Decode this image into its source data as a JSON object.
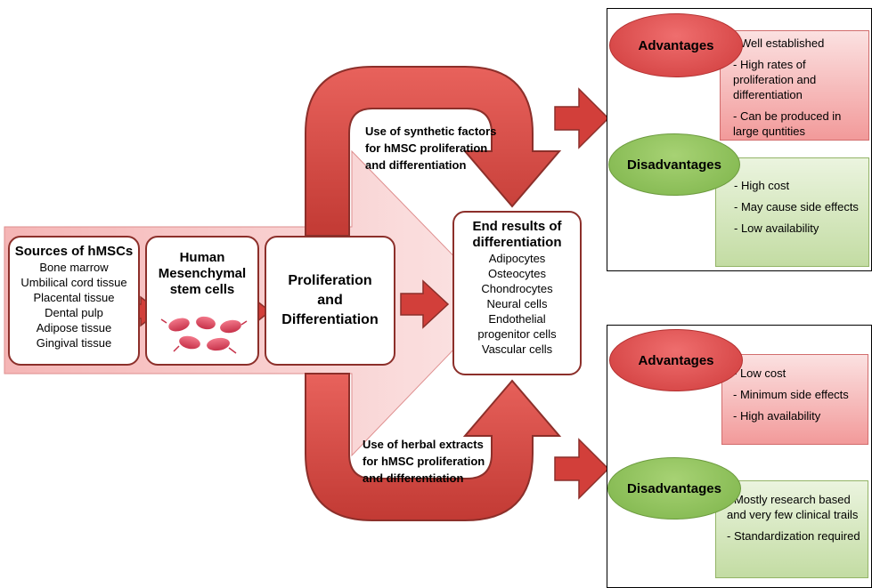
{
  "sources": {
    "title": "Sources of hMSCs",
    "items": [
      "Bone marrow",
      "Umbilical cord tissue",
      "Placental tissue",
      "Dental pulp",
      "Adipose tissue",
      "Gingival tissue"
    ]
  },
  "hmsc": {
    "title_line1": "Human",
    "title_line2": "Mesenchymal",
    "title_line3": "stem cells"
  },
  "process": {
    "line1": "Proliferation",
    "line2": "and",
    "line3": "Differentiation"
  },
  "results": {
    "title_line1": "End results of",
    "title_line2": "differentiation",
    "items": [
      "Adipocytes",
      "Osteocytes",
      "Chondrocytes",
      "Neural cells",
      "Endothelial",
      "progenitor cells",
      "Vascular cells"
    ]
  },
  "synthetic_path": {
    "line1": "Use of synthetic factors",
    "line2": "for hMSC proliferation",
    "line3": "and differentiation"
  },
  "herbal_path": {
    "line1": "Use of herbal extracts",
    "line2": "for hMSC proliferation",
    "line3": "and differentiation"
  },
  "synthetic_panel": {
    "advantages_label": "Advantages",
    "advantages": [
      "- Well established",
      "- High rates of proliferation and differentiation",
      "- Can be produced in large quntities"
    ],
    "disadvantages_label": "Disadvantages",
    "disadvantages": [
      "- High cost",
      "- May cause side effects",
      "- Low availability"
    ]
  },
  "herbal_panel": {
    "advantages_label": "Advantages",
    "advantages": [
      "- Low cost",
      "- Minimum side effects",
      "- High availability"
    ],
    "disadvantages_label": "Disadvantages",
    "disadvantages": [
      "- Mostly research based and very few clinical trails",
      "- Standardization required"
    ]
  },
  "colors": {
    "arrow_red": "#d23f3a",
    "arrow_dark": "#8c2f2a",
    "band_pink": "#f4b7b7",
    "advantage_red": "#e05858",
    "disadvantage_green": "#8cc05a",
    "advantage_box": "#f6b9b9",
    "disadvantage_box": "#d8e8c5"
  }
}
